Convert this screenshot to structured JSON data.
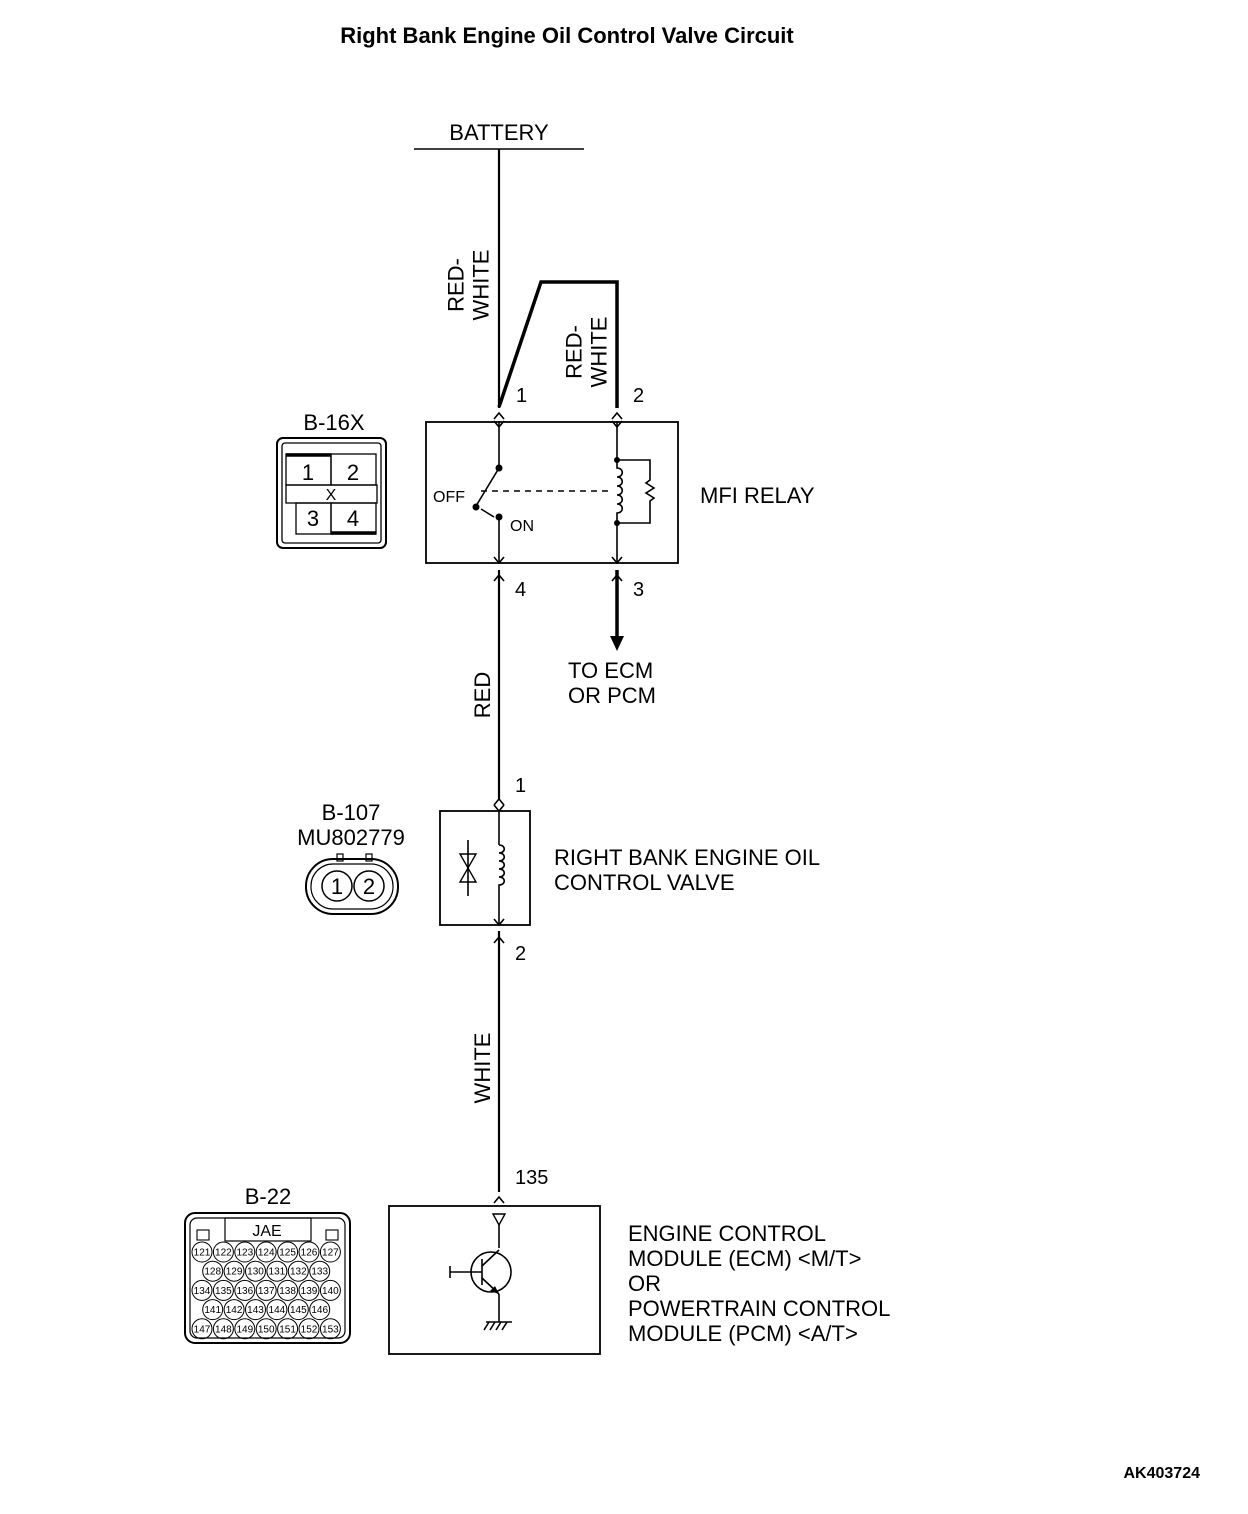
{
  "title": "Right Bank Engine Oil Control Valve Circuit",
  "source": "BATTERY",
  "wires": {
    "battery_to_relay_1": "RED-\nWHITE",
    "battery_to_relay_2": "RED-\nWHITE",
    "relay_to_valve": "RED",
    "valve_to_ecm": "WHITE"
  },
  "relay": {
    "name": "MFI RELAY",
    "connector": "B-16X",
    "connector_pins": [
      "1",
      "2",
      "3",
      "4"
    ],
    "connector_center_mark": "X",
    "pins": {
      "p1": "1",
      "p2": "2",
      "p3": "3",
      "p4": "4"
    },
    "switch_off": "OFF",
    "switch_on": "ON",
    "to_ecm": "TO ECM\nOR PCM"
  },
  "valve": {
    "name": "RIGHT BANK ENGINE OIL\nCONTROL VALVE",
    "connector": "B-107",
    "part_number": "MU802779",
    "connector_pins": [
      "1",
      "2"
    ],
    "pins": {
      "p1": "1",
      "p2": "2"
    }
  },
  "ecm": {
    "name": "ENGINE CONTROL\nMODULE (ECM) <M/T>\nOR\nPOWERTRAIN CONTROL\nMODULE (PCM) <A/T>",
    "connector": "B-22",
    "connector_maker": "JAE",
    "connector_pin_rows": [
      [
        "121",
        "122",
        "123",
        "124",
        "125",
        "126",
        "127"
      ],
      [
        "128",
        "129",
        "130",
        "131",
        "132",
        "133"
      ],
      [
        "134",
        "135",
        "136",
        "137",
        "138",
        "139",
        "140"
      ],
      [
        "141",
        "142",
        "143",
        "144",
        "145",
        "146"
      ],
      [
        "147",
        "148",
        "149",
        "150",
        "151",
        "152",
        "153"
      ]
    ],
    "pin": "135"
  },
  "figure_id": "AK403724"
}
